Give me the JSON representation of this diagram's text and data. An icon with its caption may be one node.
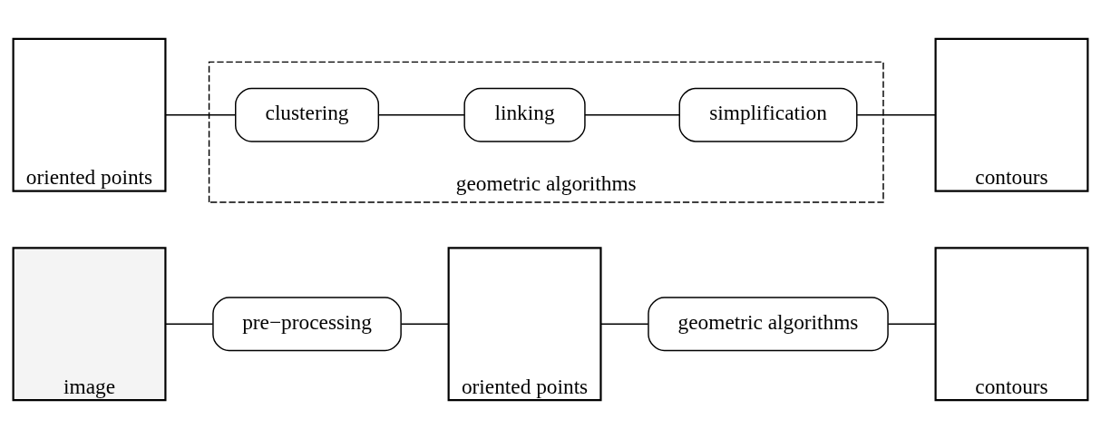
{
  "diagram": {
    "nodes": [
      {
        "text": [
          "image"
        ]
      },
      {
        "text": [
          "pre−processing"
        ]
      },
      {
        "text": [
          "oriented points"
        ]
      },
      {
        "text": [
          "geometric algorithms"
        ]
      },
      {
        "text": [
          "contours"
        ]
      },
      {
        "text": [
          "oriented points"
        ]
      },
      {
        "text": [
          "geometric algorithms"
        ]
      },
      {
        "text": [
          "clustering"
        ],
        "in": 6
      },
      {
        "text": [
          "linking"
        ],
        "in": 6
      },
      {
        "text": [
          "simplification"
        ],
        "in": 6
      },
      {
        "text": [
          "contours"
        ]
      }
    ],
    "edges": [
      {
        "from": 0,
        "to": 1,
        "arrow": "none"
      },
      {
        "from": 1,
        "to": 2,
        "arrow": "none"
      },
      {
        "from": 2,
        "to": 3,
        "arrow": "none"
      },
      {
        "from": 3,
        "to": 4,
        "arrow": "none"
      },
      {
        "from": 5,
        "to": 7,
        "arrow": "none"
      },
      {
        "from": 7,
        "to": 8,
        "arrow": "none"
      },
      {
        "from": 8,
        "to": 9,
        "arrow": "none"
      },
      {
        "from": 9,
        "to": 10,
        "arrow": "none"
      }
    ]
  }
}
